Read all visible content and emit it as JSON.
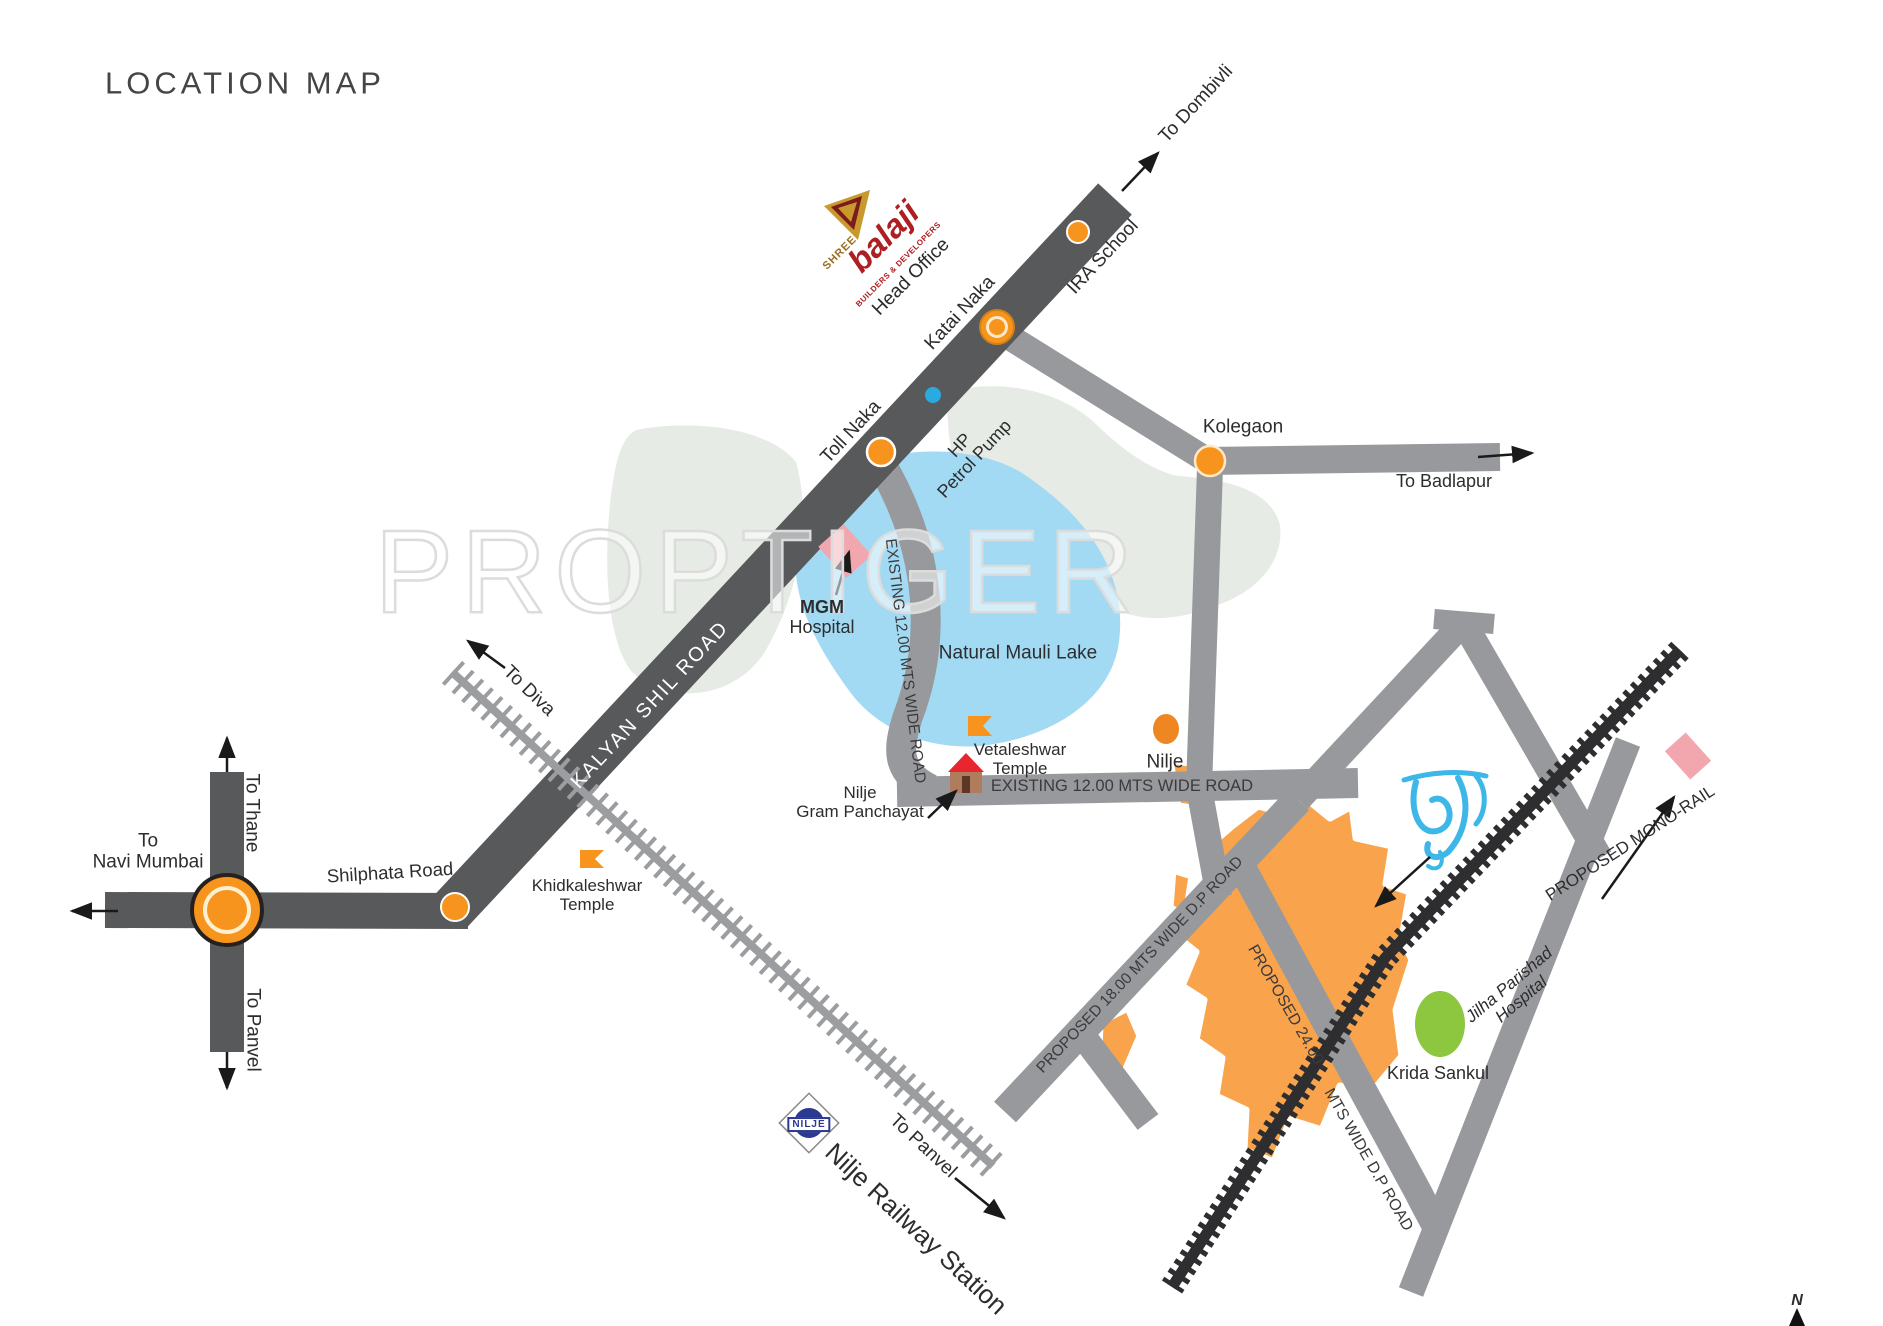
{
  "title": "LOCATION MAP",
  "watermark": "PROPTIGER",
  "brand": {
    "shree": "SHREE",
    "name": "balaji",
    "tagline": "BUILDERS & DEVELOPERS",
    "office": "Head Office"
  },
  "directions": {
    "dombivli": "To Dombivli",
    "badlapur": "To Badlapur",
    "diva": "To Diva",
    "thane": "To Thane",
    "navi_mumbai_1": "To",
    "navi_mumbai_2": "Navi Mumbai",
    "panvel_road": "To Panvel",
    "panvel_rail": "To Panvel"
  },
  "roads": {
    "kalyan_shil": "KALYAN SHIL ROAD",
    "shilphata": "Shilphata Road",
    "existing12_vertical": "EXISTING 12.00 MTS WIDE ROAD",
    "existing12_horizontal": "EXISTING 12.00 MTS WIDE ROAD",
    "proposed18": "PROPOSED 18.00 MTS WIDE D.P ROAD",
    "proposed24": "PROPOSED 24.00",
    "mts_wide_dp": "MTS WIDE D.P ROAD",
    "mono_rail": "PROPOSED MONO-RAIL"
  },
  "places": {
    "ira_school": "IRA School",
    "katai_naka": "Katai Naka",
    "toll_naka": "Toll Naka",
    "hp_1": "HP",
    "hp_2": "Petrol Pump",
    "kolegaon": "Kolegaon",
    "mgm_1": "MGM",
    "mgm_2": "Hospital",
    "lake": "Natural Mauli Lake",
    "vetaleshwar_1": "Vetaleshwar",
    "vetaleshwar_2": "Temple",
    "nilje_village": "Nilje",
    "gram_panchayat_1": "Nilje",
    "gram_panchayat_2": "Gram Panchayat",
    "khidkaleshwar_1": "Khidkaleshwar",
    "khidkaleshwar_2": "Temple",
    "railway_station": "Nilje Railway Station",
    "station_sign": "NILJE",
    "krida_sankul": "Krida Sankul",
    "jilha_1": "Jilha Parishad",
    "jilha_2": "Hospital"
  },
  "site": {
    "logo_text": "सृष्टी"
  },
  "compass": {
    "north": "N"
  },
  "colors": {
    "main_road": "#58595b",
    "secondary_road": "#98999c",
    "junction_orange": "#f7941e",
    "site_orange": "#f9a44c",
    "lake_blue": "#a3daf3",
    "logo_blue": "#3db6e8",
    "green_area": "#e7ebe5",
    "krida_green": "#8dc63f",
    "hospital_pink": "#f2a7af",
    "rail_gray": "#9c9da0",
    "monorail_dark": "#2e2e30"
  }
}
